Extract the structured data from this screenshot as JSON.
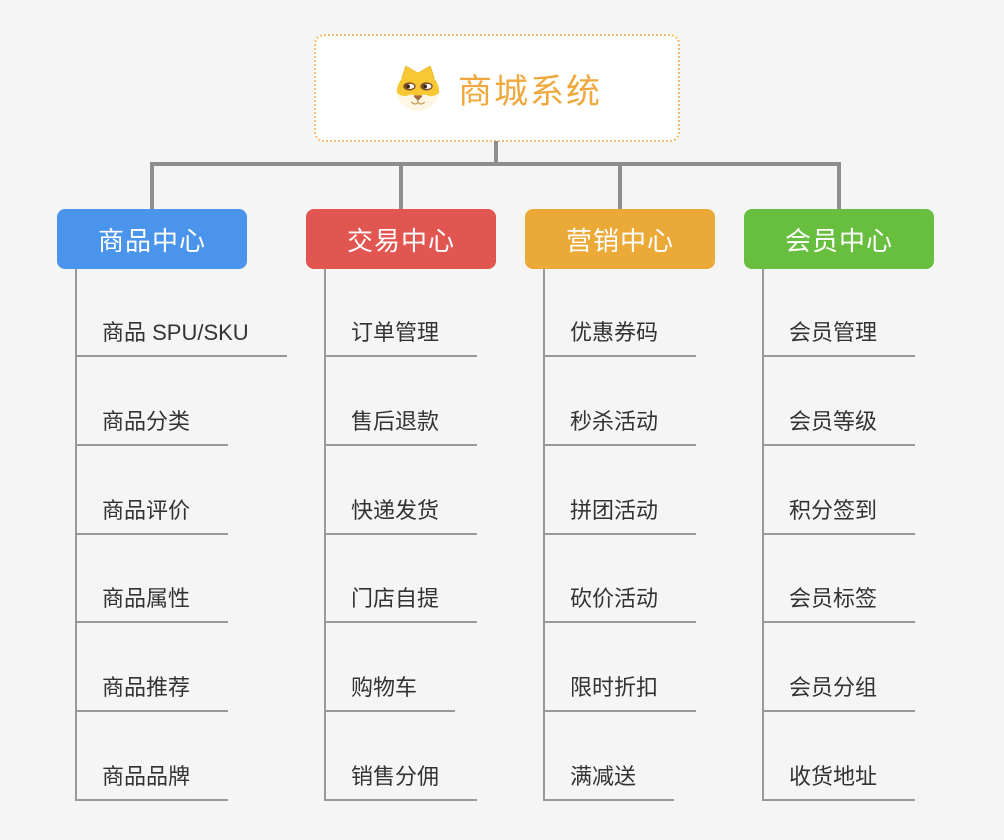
{
  "canvas": {
    "background": "#f5f5f5",
    "connector_color": "#8e8e8e",
    "leaf_line_color": "#999999",
    "leaf_text_color": "#333333"
  },
  "root": {
    "label": "商城系统",
    "icon": "shiba-dog-icon",
    "text_color": "#efa83c",
    "border_color": "#f3bd68",
    "background": "#ffffff"
  },
  "branches": [
    {
      "label": "商品中心",
      "color": "#4a94ec",
      "items": [
        "商品 SPU/SKU",
        "商品分类",
        "商品评价",
        "商品属性",
        "商品推荐",
        "商品品牌"
      ]
    },
    {
      "label": "交易中心",
      "color": "#e25652",
      "items": [
        "订单管理",
        "售后退款",
        "快递发货",
        "门店自提",
        "购物车",
        "销售分佣"
      ]
    },
    {
      "label": "营销中心",
      "color": "#eba938",
      "items": [
        "优惠券码",
        "秒杀活动",
        "拼团活动",
        "砍价活动",
        "限时折扣",
        "满减送"
      ]
    },
    {
      "label": "会员中心",
      "color": "#68be3f",
      "items": [
        "会员管理",
        "会员等级",
        "积分签到",
        "会员标签",
        "会员分组",
        "收货地址"
      ]
    }
  ]
}
